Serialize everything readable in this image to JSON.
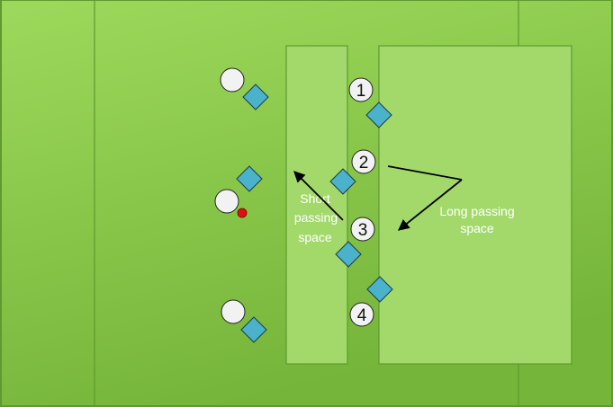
{
  "labels": {
    "short_line1": "Short",
    "short_line2": "passing",
    "short_line3": "space",
    "long_line1": "Long passing",
    "long_line2": "space"
  },
  "players": {
    "numbers": [
      "1",
      "2",
      "3",
      "4"
    ]
  },
  "colors": {
    "field_top": "#9bd85a",
    "field_bottom": "#74b33a",
    "zone_fill": "#a3d96b",
    "zone_stroke": "#5f9a32",
    "diamond_fill": "#4bb2cc",
    "circle_fill": "#f2f2f2",
    "ball": "#e01010"
  }
}
